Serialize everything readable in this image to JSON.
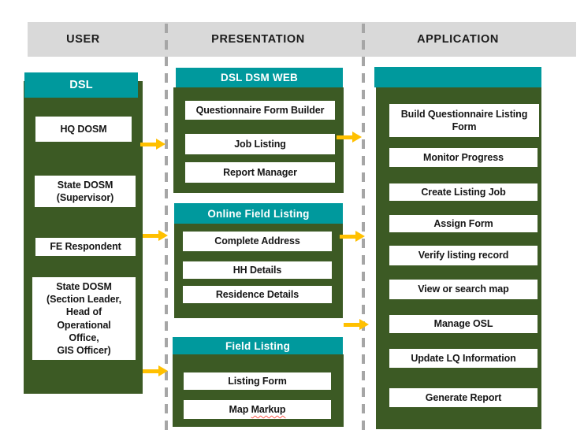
{
  "lanes": {
    "user": "USER",
    "presentation": "PRESENTATION",
    "application": "APPLICATION"
  },
  "user_lane": {
    "title": "DSL",
    "hq_dosm": "HQ DOSM",
    "state_dosm_supervisor": "State DOSM\n(Supervisor)",
    "fe_respondent": "FE Respondent",
    "state_dosm_section": "State DOSM\n(Section Leader,\nHead of\nOperational\nOffice,\nGIS Officer)"
  },
  "presentation_lane": {
    "dsl_dsm_web": {
      "title": "DSL DSM WEB",
      "questionnaire_form_builder": "Questionnaire Form Builder",
      "job_listing": "Job Listing",
      "report_manager": "Report Manager"
    },
    "online_field_listing": {
      "title": "Online Field Listing",
      "complete_address": "Complete Address",
      "hh_details": "HH Details",
      "residence_details": "Residence Details"
    },
    "field_listing": {
      "title": "Field Listing",
      "listing_form": "Listing Form",
      "map_markup_prefix": "Map",
      "map_markup_misspelled": "Markup"
    }
  },
  "application_lane": {
    "title": "",
    "build_questionnaire_listing_form": "Build Questionnaire Listing Form",
    "monitor_progress": "Monitor Progress",
    "create_listing_job": "Create Listing Job",
    "assign_form": "Assign Form",
    "verify_listing_record": "Verify listing record",
    "view_or_search_map": "View or search map",
    "manage_osl": "Manage OSL",
    "update_lq_information": "Update LQ Information",
    "generate_report": "Generate Report"
  },
  "colors": {
    "teal": "#00999d",
    "green": "#3c5a24",
    "header-gray": "#d9d9d9",
    "dash-gray": "#a6a6a6",
    "arrow-yellow": "#ffc000"
  }
}
